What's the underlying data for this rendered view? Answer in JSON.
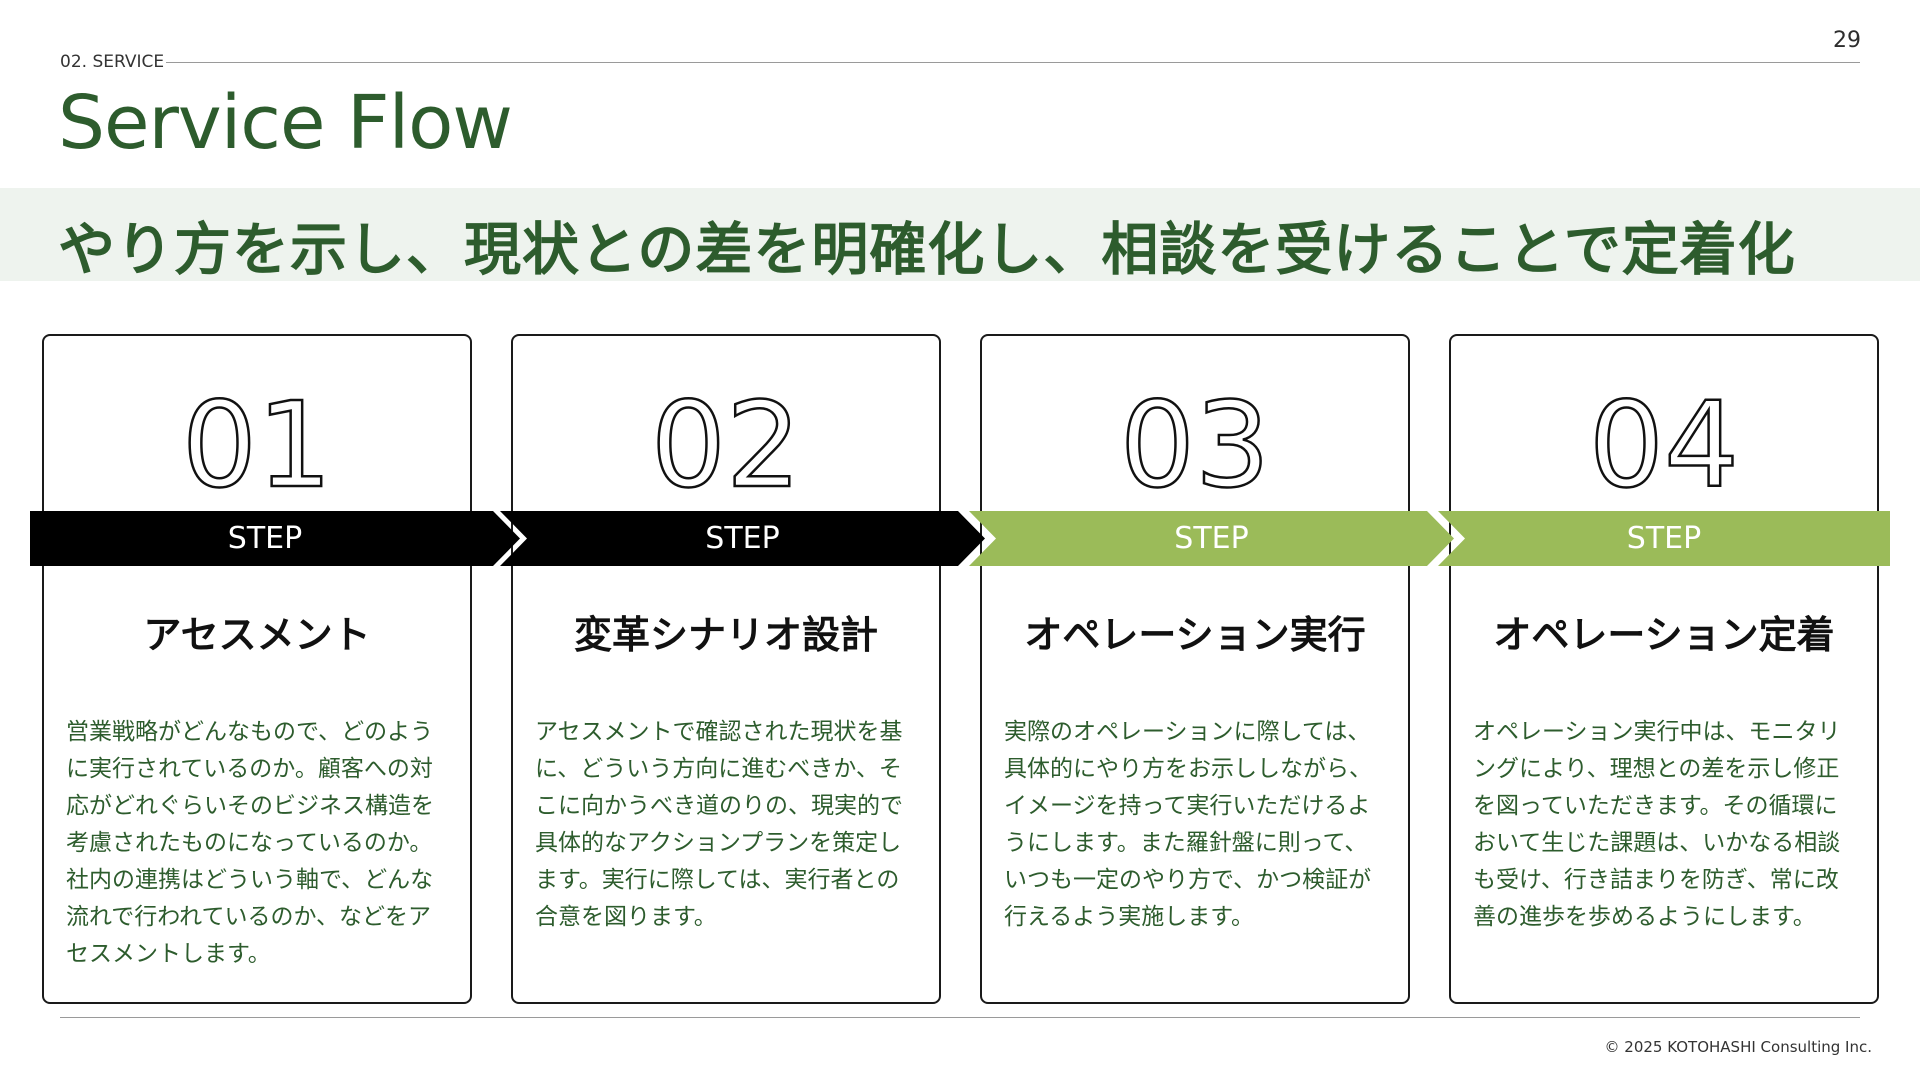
{
  "page_number": "29",
  "section_label": "02. SERVICE",
  "title": "Service Flow",
  "headline": "やり方を示し、現状との差を明確化し、相談を受けることで定着化",
  "colors": {
    "green_dark": "#2d5c2d",
    "green_light": "#9bbb59",
    "black": "#000000",
    "band": "#eef3ee"
  },
  "steps": [
    {
      "number": "01",
      "label": "STEP",
      "title": "アセスメント",
      "description": "営業戦略がどんなもので、どのように実行されているのか。顧客への対応がどれぐらいそのビジネス構造を考慮されたものになっているのか。社内の連携はどういう軸で、どんな流れで行われているのか、などをアセスメントします。",
      "arrow_color": "#000000"
    },
    {
      "number": "02",
      "label": "STEP",
      "title": "変革シナリオ設計",
      "description": "アセスメントで確認された現状を基に、どういう方向に進むべきか、そこに向かうべき道のりの、現実的で具体的なアクションプランを策定します。実行に際しては、実行者との合意を図ります。",
      "arrow_color": "#000000"
    },
    {
      "number": "03",
      "label": "STEP",
      "title": "オペレーション実行",
      "description": "実際のオペレーションに際しては、具体的にやり方をお示ししながら、イメージを持って実行いただけるようにします。また羅針盤に則って、いつも一定のやり方で、かつ検証が行えるよう実施します。",
      "arrow_color": "#9bbb59"
    },
    {
      "number": "04",
      "label": "STEP",
      "title": "オペレーション定着",
      "description": "オペレーション実行中は、モニタリングにより、理想との差を示し修正を図っていただきます。その循環において生じた課題は、いかなる相談も受け、行き詰まりを防ぎ、常に改善の進歩を歩めるようにします。",
      "arrow_color": "#9bbb59"
    }
  ],
  "copyright": "© 2025 KOTOHASHI Consulting Inc."
}
